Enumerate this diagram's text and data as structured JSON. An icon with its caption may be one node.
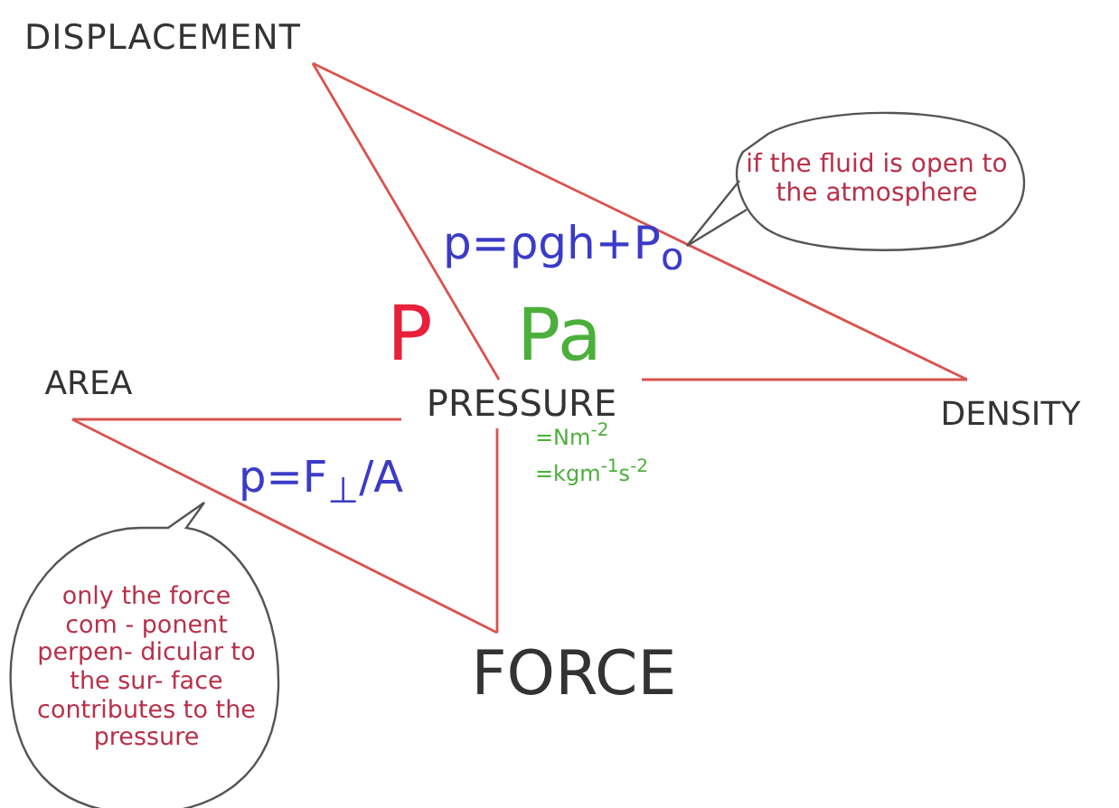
{
  "diagram": {
    "nodes": [
      {
        "text": [
          "DISPLACEMENT"
        ]
      },
      {
        "text": [
          "DENSITY"
        ]
      },
      {
        "text": [
          "PRESSURE"
        ]
      },
      {
        "text": [
          "AREA"
        ]
      },
      {
        "text": [
          "FORCE"
        ]
      },
      {
        "text": [
          "if the fluid is open to the atmosphere"
        ]
      },
      {
        "text": [
          "only the force com - ponent perpen- dicular to the sur- face contributes to the pressure"
        ]
      }
    ],
    "edges": [
      {
        "from": 0,
        "to": 1,
        "arrow": "none"
      },
      {
        "from": 0,
        "to": 2,
        "arrow": "none"
      },
      {
        "from": 2,
        "to": 1,
        "arrow": "none"
      },
      {
        "from": 3,
        "to": 2,
        "arrow": "none"
      },
      {
        "from": 3,
        "to": 4,
        "arrow": "none"
      },
      {
        "from": 2,
        "to": 4,
        "arrow": "none"
      }
    ],
    "labels": [
      "p=ρgh+P$_{o}$",
      "p=F$_{⊥}$/A",
      "P",
      "Pa",
      "=Nm$^{-2}$",
      "=kgm$^{-1}$s$^{-2}$"
    ]
  }
}
